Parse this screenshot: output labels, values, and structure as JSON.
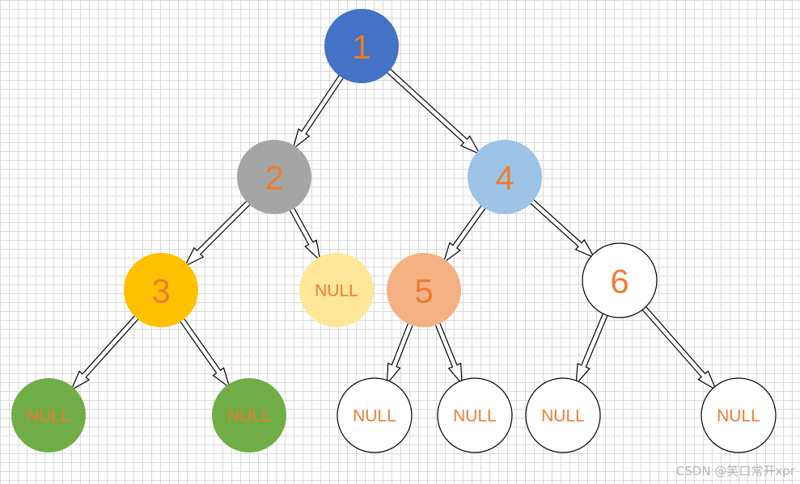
{
  "diagram": {
    "nodes": [
      {
        "id": "n1",
        "label": "1",
        "fill": "#4472c4",
        "stroke": "none"
      },
      {
        "id": "n2",
        "label": "2",
        "fill": "#a5a5a5",
        "stroke": "none"
      },
      {
        "id": "n4",
        "label": "4",
        "fill": "#9dc3e6",
        "stroke": "none"
      },
      {
        "id": "n3",
        "label": "3",
        "fill": "#ffc000",
        "stroke": "none"
      },
      {
        "id": "n2r",
        "label": "NULL",
        "fill": "#ffe699",
        "stroke": "none"
      },
      {
        "id": "n5",
        "label": "5",
        "fill": "#f4b183",
        "stroke": "none"
      },
      {
        "id": "n6",
        "label": "6",
        "fill": "#ffffff",
        "stroke": "#000000"
      },
      {
        "id": "n3l",
        "label": "NULL",
        "fill": "#70ad47",
        "stroke": "none"
      },
      {
        "id": "n3r",
        "label": "NULL",
        "fill": "#70ad47",
        "stroke": "none"
      },
      {
        "id": "n5l",
        "label": "NULL",
        "fill": "#ffffff",
        "stroke": "#000000"
      },
      {
        "id": "n5r",
        "label": "NULL",
        "fill": "#ffffff",
        "stroke": "#000000"
      },
      {
        "id": "n6l",
        "label": "NULL",
        "fill": "#ffffff",
        "stroke": "#000000"
      },
      {
        "id": "n6r",
        "label": "NULL",
        "fill": "#ffffff",
        "stroke": "#000000"
      }
    ],
    "edges": [
      {
        "from": "n1",
        "to": "n2"
      },
      {
        "from": "n1",
        "to": "n4"
      },
      {
        "from": "n2",
        "to": "n3"
      },
      {
        "from": "n2",
        "to": "n2r"
      },
      {
        "from": "n4",
        "to": "n5"
      },
      {
        "from": "n4",
        "to": "n6"
      },
      {
        "from": "n3",
        "to": "n3l"
      },
      {
        "from": "n3",
        "to": "n3r"
      },
      {
        "from": "n5",
        "to": "n5l"
      },
      {
        "from": "n5",
        "to": "n5r"
      },
      {
        "from": "n6",
        "to": "n6l"
      },
      {
        "from": "n6",
        "to": "n6r"
      }
    ],
    "label_color": "#ed7d31"
  },
  "watermark": "CSDN @笑口常开xpr"
}
